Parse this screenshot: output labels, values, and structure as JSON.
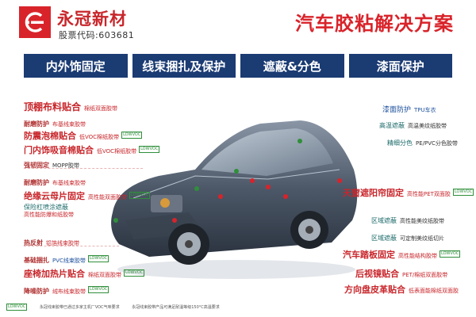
{
  "brand": {
    "name": "永冠新材",
    "stock_code": "股票代码:603681",
    "logo_color": "#d9232a"
  },
  "title": "汽车胶粘解决方案",
  "tabs": [
    "内外饰固定",
    "线束捆扎及保护",
    "遮蔽&分色",
    "漆面保护"
  ],
  "left_labels": [
    {
      "main": "顶棚布料贴合",
      "sub": "棉纸双面胶带"
    },
    {
      "main": "耐磨防护",
      "sub": "布基线束胶带"
    },
    {
      "main": "防震泡棉贴合",
      "sub": "低VOC棉纸胶带",
      "eco": "LOWVOC"
    },
    {
      "main": "门内饰吸音棉贴合",
      "sub": "低VOC棉纸胶带",
      "eco": "LOWVOC"
    },
    {
      "main": "强韧固定",
      "sub": "MOPP胶带"
    },
    {
      "main": "耐磨防护",
      "sub": "布基线束胶带"
    },
    {
      "main": "绝缘云母片固定",
      "sub": "高性能双面胶带",
      "eco": "LOWVOC"
    },
    {
      "main": "保险杠喷涂遮蔽",
      "sub": "高性能防爆和纸胶带"
    },
    {
      "main": "热反射",
      "sub": "铝箔线束胶带"
    },
    {
      "main": "基础捆扎",
      "sub": "PVC线束胶带",
      "eco": "LOWVOC"
    },
    {
      "main": "座椅加热片贴合",
      "sub": "棉纸双面胶带",
      "eco": "LOWVOC"
    },
    {
      "main": "降噪防护",
      "sub": "绒布线束胶带",
      "eco": "LOWVOC"
    }
  ],
  "right_labels": [
    {
      "main": "漆面防护",
      "sub": "TPU车衣"
    },
    {
      "main": "高温遮蔽",
      "sub": "高温美纹纸胶带"
    },
    {
      "main": "精细分色",
      "sub": "PE/PVC分色胶带"
    },
    {
      "main": "天窗遮阳帘固定",
      "sub": "高性能PET双面胶",
      "eco": "LOWVOC"
    },
    {
      "main": "区域遮蔽",
      "sub": "高性能美纹纸胶带"
    },
    {
      "main": "区域遮蔽",
      "sub": "可定制美纹纸切片"
    },
    {
      "main": "汽车踏板固定",
      "sub": "高性能结构胶带",
      "eco": "LOWVOC"
    },
    {
      "main": "后视镜贴合",
      "sub": "PET/棉纸双面胶带"
    },
    {
      "main": "方向盘皮革贴合",
      "sub": "低表面能棉纸双面胶"
    }
  ],
  "footer": {
    "note1": "永冠线束胶带已通过多家主机厂VOC气味要求",
    "note2": "永冠线束胶带产品可满足耐温等级150°C高温要求",
    "eco_badge": "LOWVOC"
  }
}
